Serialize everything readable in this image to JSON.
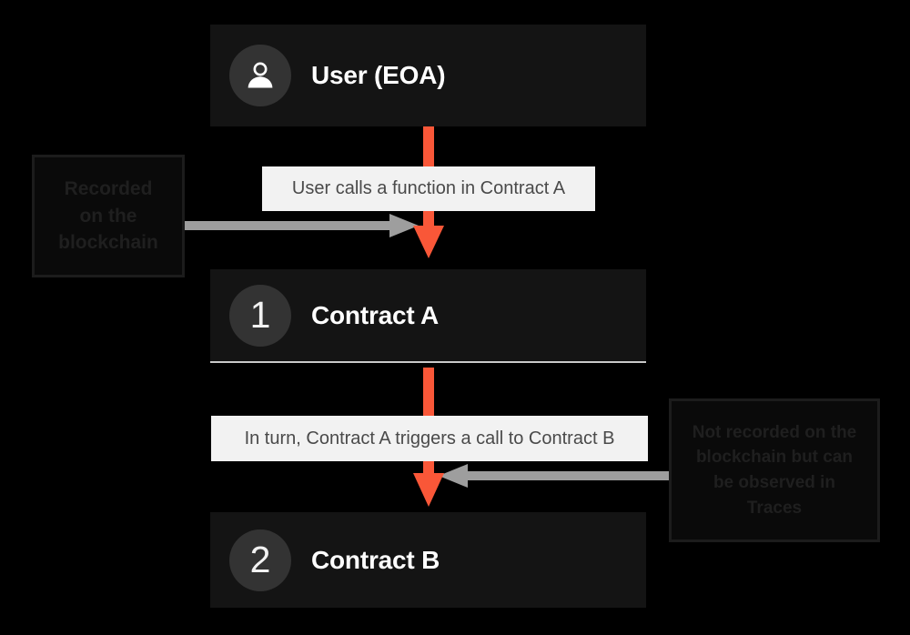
{
  "diagram": {
    "title": "Blockchain contract call flow",
    "background_color": "#000000",
    "accent_color": "#f95738",
    "node_fill_color": "#141414",
    "label_fill_color": "#f2f2f2",
    "gray_arrow_color": "#9e9e9e"
  },
  "nodes": [
    {
      "id": "user",
      "badge_type": "person-icon",
      "badge_text": "",
      "label": "User (EOA)"
    },
    {
      "id": "contract-a",
      "badge_type": "number",
      "badge_text": "1",
      "label": "Contract A"
    },
    {
      "id": "contract-b",
      "badge_type": "number",
      "badge_text": "2",
      "label": "Contract B"
    }
  ],
  "edges": [
    {
      "id": "user-to-contract-a",
      "label": "User calls a function in Contract A",
      "direction": "down",
      "color": "#f95738"
    },
    {
      "id": "contract-a-to-contract-b",
      "label": "In turn, Contract A triggers a call to Contract B",
      "direction": "down",
      "color": "#f95738"
    }
  ],
  "annotations": [
    {
      "id": "recorded-on-chain",
      "lines": [
        "Recorded",
        "on the",
        "blockchain"
      ],
      "text": "Recorded on the blockchain",
      "points_to": "user-to-contract-a",
      "arrow_direction": "right"
    },
    {
      "id": "not-recorded-on-chain",
      "lines": [
        "Not recorded on the",
        "blockchain but can",
        "be observed in",
        "Traces"
      ],
      "text": "Not recorded on the blockchain but can be observed in Traces",
      "points_to": "contract-a-to-contract-b",
      "arrow_direction": "left"
    }
  ]
}
